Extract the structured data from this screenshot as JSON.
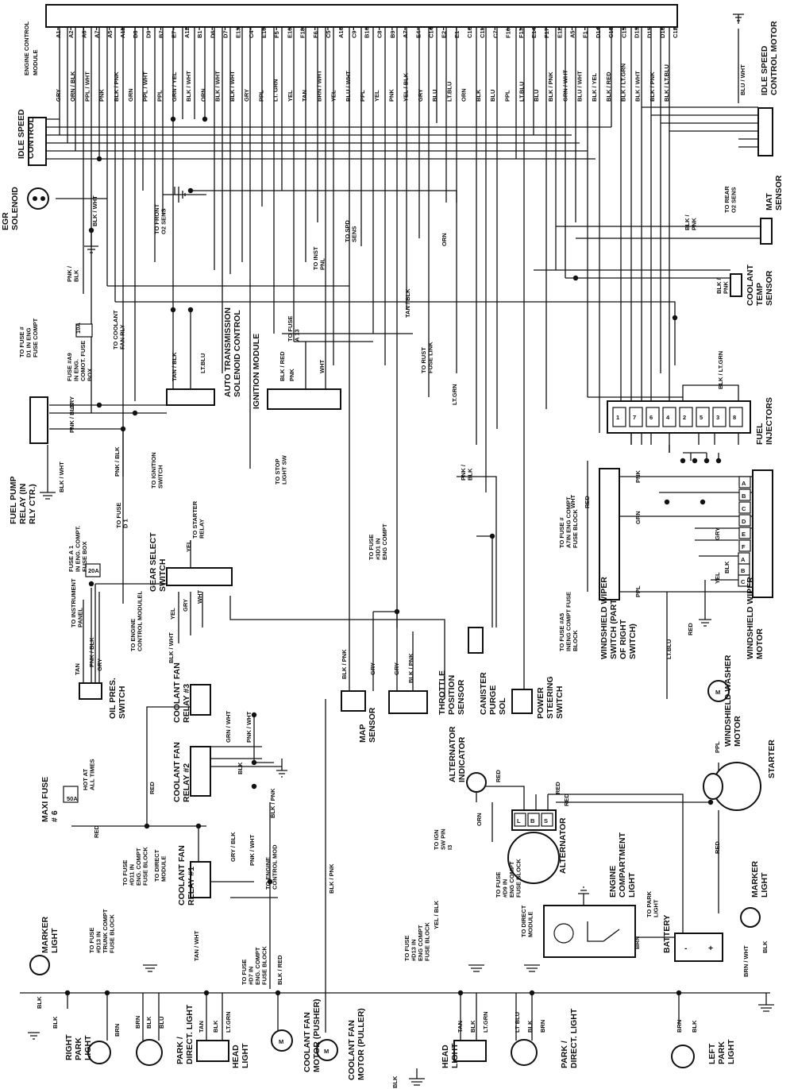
{
  "ecm": {
    "title": [
      "ENGINE CONTROL",
      "MODULE"
    ],
    "pins": [
      "A1",
      "A2",
      "A6",
      "A7",
      "A5",
      "A11",
      "D8",
      "D9",
      "B7",
      "E7",
      "A12",
      "B1",
      "D6",
      "D7",
      "E13",
      "C4",
      "E10",
      "F5",
      "E16",
      "F18",
      "F6",
      "C5",
      "A10",
      "C9",
      "B10",
      "C8",
      "B9",
      "A7",
      "E4",
      "C14",
      "E2",
      "E1",
      "C16",
      "C11",
      "C7",
      "F16",
      "F13",
      "E14",
      "F17",
      "E12",
      "A5",
      "F1",
      "D14",
      "C13",
      "C15",
      "D13",
      "D15",
      "D16",
      "C12"
    ],
    "wire_colors": [
      "GRY",
      "ORN / BLK",
      "PPL / WHT",
      "PNK",
      "BLK / PNK",
      "GRN",
      "PPL / WHT",
      "PPL",
      "GRN / YEL",
      "BLK / WHT",
      "ORN",
      "BLK / WHT",
      "BLK / WHT",
      "GRY",
      "PPL",
      "LT. GRN",
      "YEL",
      "TAN",
      "BRN / WHT",
      "YEL",
      "BLU / WHT",
      "PPL",
      "YEL",
      "PNK",
      "YEL / BLK",
      "GRY",
      "BLU",
      "LT.BLU",
      "ORN",
      "BLK",
      "BLU",
      "PPL",
      "LT.BLU",
      "BLU",
      "BLK / PNK",
      "GRN / WHT",
      "BLU / WHT",
      "BLK / YEL",
      "BLK / RED",
      "BLK / LT.GRN",
      "BLK / WHT",
      "BLK / PNK",
      "BLK / LT.BLU"
    ]
  },
  "labels": [
    {
      "t": "IDLE SPEED CONTROL"
    },
    {
      "t": "EGR SOLENOID"
    },
    {
      "t": "IDLE SPEED CONTROL MOTOR"
    },
    {
      "t": "BLU / WHT"
    },
    {
      "t": "MAT SENSOR"
    },
    {
      "t": "TO REAR O2 SENS"
    },
    {
      "t": "BLK / PNK"
    },
    {
      "t": "COOLANT TEMP SENSOR"
    },
    {
      "t": "BLK / PNK"
    },
    {
      "t": "TO FRONT O2 SENS"
    },
    {
      "t": "BLK / WHT"
    },
    {
      "t": "TO INST PNL"
    },
    {
      "t": "TO SPD SENS"
    },
    {
      "t": "ORN"
    },
    {
      "t": "PNK / BLK"
    },
    {
      "t": "TO FUSE # D1 IN ENG FUSE COMPT"
    },
    {
      "t": "FUSE #A9 IN ENG. COMOT. FUSE BOX"
    },
    {
      "t": "10A"
    },
    {
      "t": "TO COOLANT FAN RLY"
    },
    {
      "t": "TAN / BLK"
    },
    {
      "t": "LT.BLU"
    },
    {
      "t": "AUTO TRANSMISSION SOLENOID CONTROL"
    },
    {
      "t": "BLK / RED"
    },
    {
      "t": "PNK"
    },
    {
      "t": "TO FUSE A 13"
    },
    {
      "t": "WHT"
    },
    {
      "t": "IGNITION MODULE"
    },
    {
      "t": "TAN / BLK"
    },
    {
      "t": "TO RUST FUSE LINK"
    },
    {
      "t": "LT.GRN"
    },
    {
      "t": "BLK / LT.GRN"
    },
    {
      "t": "FUEL INJECTORS"
    },
    {
      "t": "FUEL PUMP RELAY (IN RLY CTR.)"
    },
    {
      "t": "GRY"
    },
    {
      "t": "PNK / BLK"
    },
    {
      "t": "BLK / WHT"
    },
    {
      "t": "TO FUSE D 1"
    },
    {
      "t": "PNK / BLK"
    },
    {
      "t": "TO IGNITION SWITCH"
    },
    {
      "t": "TO STOP LIGHT SW"
    },
    {
      "t": "PNK / BLK"
    },
    {
      "t": "TO FUSE #3D1 IN ENG COMPT"
    },
    {
      "t": "TO FUSE # A7IN ENG COMPT FUSE BLOCK"
    },
    {
      "t": "WHT"
    },
    {
      "t": "RED"
    },
    {
      "t": "PNK"
    },
    {
      "t": "GRN"
    },
    {
      "t": "GRY"
    },
    {
      "t": "BLK"
    },
    {
      "t": "YEL"
    },
    {
      "t": "PPL"
    },
    {
      "t": "TO FUSE #A5 INENG COMPT FUSE BLOCK"
    },
    {
      "t": "WINDSHIELD WIPER SWITCH (PART OF RIGHT SWITCH)"
    },
    {
      "t": "WINDSHIELD WIPER MOTOR"
    },
    {
      "t": "LT.BLU"
    },
    {
      "t": "RED"
    },
    {
      "t": "WINDSHIELD WASHER MOTOR"
    },
    {
      "t": "FUSE A 1 IN ENG. COMPT. FUSE BOX"
    },
    {
      "t": "20A"
    },
    {
      "t": "TO STARTER RELAY"
    },
    {
      "t": "YEL"
    },
    {
      "t": "GEAR SELECT SWITCH"
    },
    {
      "t": "YEL"
    },
    {
      "t": "GRY"
    },
    {
      "t": "WHT"
    },
    {
      "t": "TO ENGINE CONTROL MODULEL"
    },
    {
      "t": "BLK / WHT"
    },
    {
      "t": "TO INSTRUMENT PANEL"
    },
    {
      "t": "TAN"
    },
    {
      "t": "PNK / BLK"
    },
    {
      "t": "GRY"
    },
    {
      "t": "OIL PRES. SWITCH"
    },
    {
      "t": "BLK / PNK"
    },
    {
      "t": "GRY"
    },
    {
      "t": "MAP SENSOR"
    },
    {
      "t": "GRY"
    },
    {
      "t": "BLK / PNK"
    },
    {
      "t": "THROTTLE POSITION SENSOR"
    },
    {
      "t": "CANISTER PURGE SOL"
    },
    {
      "t": "POWER STEERING SWITCH"
    },
    {
      "t": "COOLANT FAN RELAY #3"
    },
    {
      "t": "GRN / WHT"
    },
    {
      "t": "PNK / WHT"
    },
    {
      "t": "BLK"
    },
    {
      "t": "COOLANT FAN RELAY #2"
    },
    {
      "t": "BLK / PNK"
    },
    {
      "t": "MAXI FUSE # 6"
    },
    {
      "t": "50A"
    },
    {
      "t": "HOT AT ALL TIMES"
    },
    {
      "t": "RED"
    },
    {
      "t": "RED"
    },
    {
      "t": "COOLANT FAN RELAY #1"
    },
    {
      "t": "GRY / BLK"
    },
    {
      "t": "PNK / WHT"
    },
    {
      "t": "TO ENGINE CONTROL MOD"
    },
    {
      "t": "BLK / PNK"
    },
    {
      "t": "TO FUSE #D13 IN TRUNK COMPT FUSE BLOCK"
    },
    {
      "t": "TO FUSE #D11 IN ENG. COMPT FUSE BLOCK"
    },
    {
      "t": "TO DIRECT MODULE"
    },
    {
      "t": "TAN / WHT"
    },
    {
      "t": "TO FUSE #D7 IN ENG. COMPT FUSE BLOCK"
    },
    {
      "t": "BLK / RED"
    },
    {
      "t": "MARKER LIGHT"
    },
    {
      "t": "BLK"
    },
    {
      "t": "BLK"
    },
    {
      "t": "BRN"
    },
    {
      "t": "RIGHT PARK LIGHT"
    },
    {
      "t": "BRN"
    },
    {
      "t": "BLK"
    },
    {
      "t": "BLU"
    },
    {
      "t": "PARK / DIRECT. LIGHT"
    },
    {
      "t": "TAN"
    },
    {
      "t": "BLK"
    },
    {
      "t": "LT.GRN"
    },
    {
      "t": "HEAD LIGHT"
    },
    {
      "t": "COOLANT FAN MOTOR (PUSHER)"
    },
    {
      "t": "COOLANT FAN MOTOR (PULLER)"
    },
    {
      "t": "BLK"
    },
    {
      "t": "ALTERNATOR INDICATOR"
    },
    {
      "t": "RED"
    },
    {
      "t": "RED"
    },
    {
      "t": "RED"
    },
    {
      "t": "TO IGN SW PIN I3"
    },
    {
      "t": "ORN"
    },
    {
      "t": "ALTERNATOR"
    },
    {
      "t": "STARTER"
    },
    {
      "t": "PPL"
    },
    {
      "t": "RED"
    },
    {
      "t": "TO FUSE #D13 IN ENG COMPT FUSE BLOCK"
    },
    {
      "t": "YEL / BLK"
    },
    {
      "t": "TO FUSE #D9 IN ENG COMPT FUSE BLOCK"
    },
    {
      "t": "TO DIRECT MODULE"
    },
    {
      "t": "ENGINE COMPARTMENT LIGHT"
    },
    {
      "t": "TO PARK LIGHT"
    },
    {
      "t": "BRN"
    },
    {
      "t": "BATTERY"
    },
    {
      "t": "MARKER LIGHT"
    },
    {
      "t": "BRN / WHT"
    },
    {
      "t": "BLK"
    },
    {
      "t": "TAN"
    },
    {
      "t": "BLK"
    },
    {
      "t": "LT.GRN"
    },
    {
      "t": "HEAD LIGHT"
    },
    {
      "t": "LT BLU"
    },
    {
      "t": "BLK"
    },
    {
      "t": "BRN"
    },
    {
      "t": "PARK / DIRECT. LIGHT"
    },
    {
      "t": "BRN"
    },
    {
      "t": "BLK"
    },
    {
      "t": "LEFT PARK LIGHT"
    }
  ],
  "injector_numbers": [
    "1",
    "7",
    "6",
    "4",
    "2",
    "5",
    "3",
    "8"
  ],
  "wiper_motor_pins": [
    "A",
    "B",
    "C",
    "D",
    "E",
    "F"
  ],
  "alternator_pins": [
    "L",
    "B",
    "S"
  ],
  "battery_terminals": [
    "-",
    "+"
  ],
  "motor_symbol": "M"
}
